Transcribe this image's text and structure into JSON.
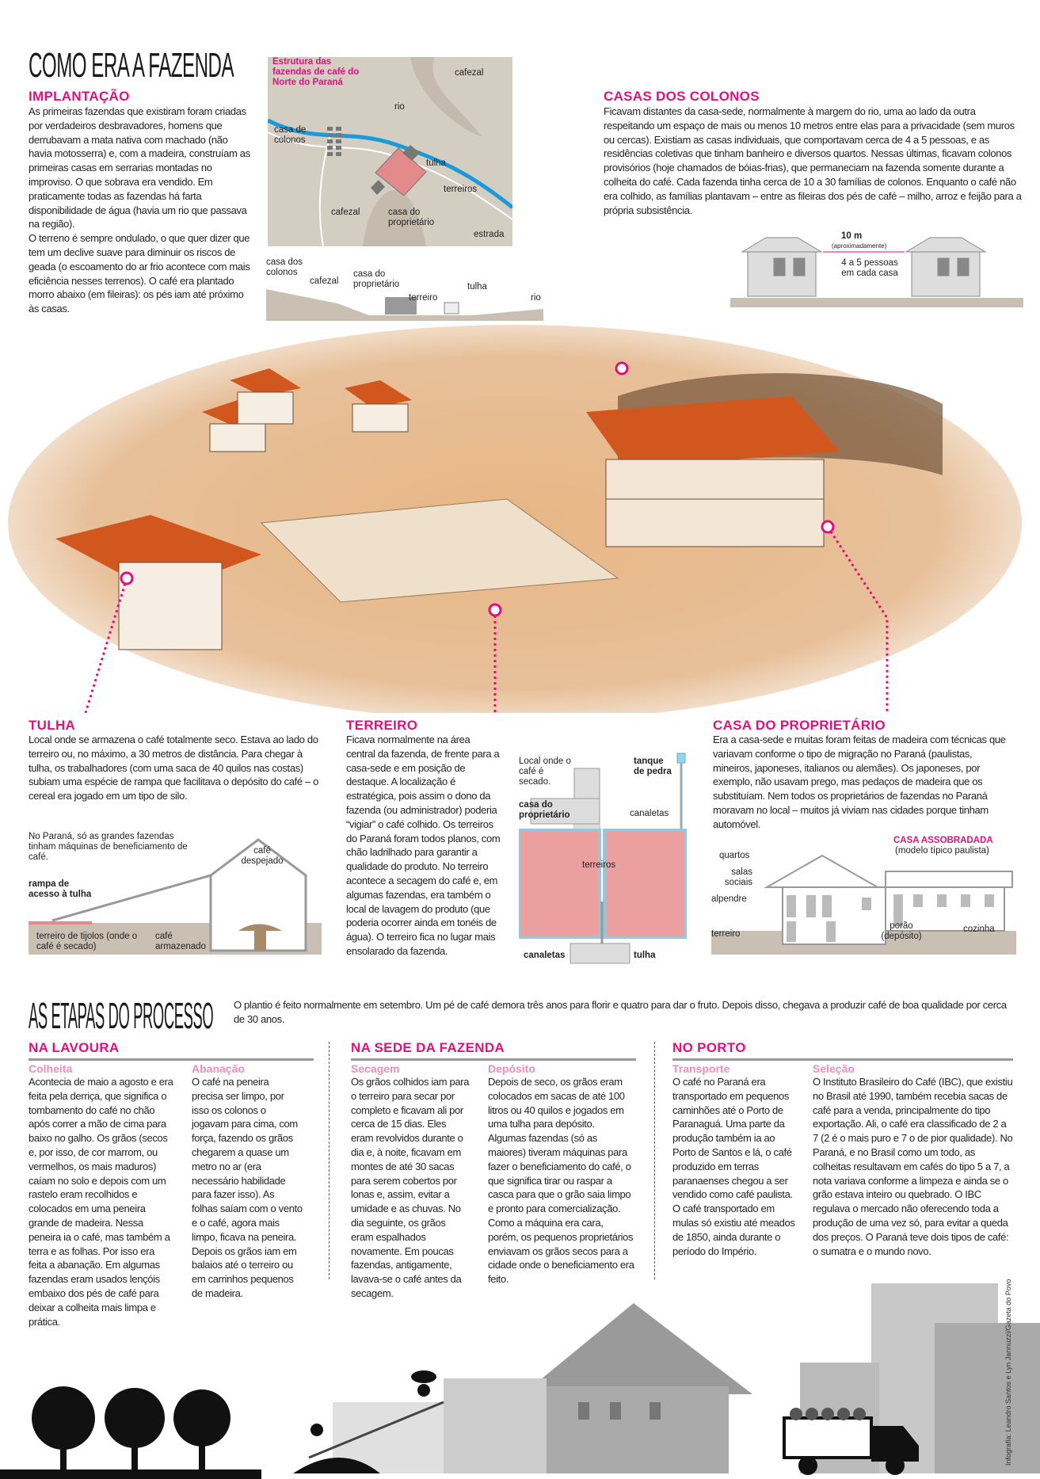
{
  "title": "COMO ERA A FAZENDA",
  "implantacao": {
    "heading": "IMPLANTAÇÃO",
    "text": "As primeiras fazendas que existiram foram criadas por verdadeiros desbravadores, homens que derrubavam a mata nativa com machado (não havia motosserra) e, com a madeira, construíam as primeiras casas em serrarias montadas no improviso. O que sobrava era vendido. Em praticamente todas as fazendas há farta disponibilidade de água (havia um rio que passava na região).",
    "text2": "O terreno é sempre ondulado, o que quer dizer que tem um declive suave para diminuir os riscos de geada (o escoamento do ar frio acontece com mais eficiência nesses terrenos). O café era plantado morro abaixo (em fileiras): os pés iam até próximo às casas."
  },
  "map": {
    "title": "Estrutura das fazendas de café do Norte do Paraná",
    "labels": {
      "cafezal_top": "cafezal",
      "rio": "rio",
      "casa_colonos": "casa de colonos",
      "tulha": "tulha",
      "terreiros": "terreiros",
      "cafezal_bottom": "cafezal",
      "casa_proprietario": "casa do proprietário",
      "estrada": "estrada"
    }
  },
  "profile": {
    "casa_colonos": "casa dos colonos",
    "cafezal": "cafezal",
    "casa_proprietario": "casa do proprietário",
    "terreiro": "terreiro",
    "tulha": "tulha",
    "rio": "rio"
  },
  "colonos": {
    "heading": "CASAS DOS COLONOS",
    "text": "Ficavam distantes da casa-sede, normalmente à margem do rio, uma ao lado da outra respeitando um espaço de mais ou menos 10 metros entre elas para a privacidade (sem muros ou cercas). Existiam as casas individuais, que comportavam cerca de 4 a 5 pessoas, e as residências coletivas que tinham banheiro e diversos quartos. Nessas últimas, ficavam colonos provisórios (hoje chamados de bóias-frias), que permaneciam na fazenda somente durante a colheita do café. Cada fazenda tinha cerca de 10 a 30 famílias de colonos. Enquanto o café não era colhido, as famílias plantavam – entre as fileiras dos pés de café – milho, arroz e feijão para a própria subsistência.",
    "distance": "10 m",
    "approx": "(aproximadamente)",
    "people": "4 a 5 pessoas em cada casa"
  },
  "tulha": {
    "heading": "TULHA",
    "text": "Local onde se armazena o café totalmente seco. Estava ao lado do terreiro ou, no máximo, a 30 metros de distância. Para chegar à tulha, os trabalhadores (com uma saca de 40 quilos nas costas) subiam uma espécie de rampa que facilitava o depósito do café – o cereal era jogado em um tipo de silo.",
    "note": "No Paraná, só as grandes fazendas tinham máquinas de beneficiamento de café.",
    "rampa": "rampa de acesso à tulha",
    "despejado": "café despejado",
    "terreiro_tijolos": "terreiro de tijolos (onde o café é secado)",
    "armazenado": "café armazenado"
  },
  "terreiro": {
    "heading": "TERREIRO",
    "text": "Ficava normalmente na área central da fazenda, de frente para a casa-sede e em posição de destaque. A localização é estratégica, pois assim o dono da fazenda (ou administrador) poderia “vigiar” o café colhido. Os terreiros do Paraná foram todos planos, com chão ladrilhado para garantir a qualidade do produto. No terreiro acontece a secagem do café e, em algumas fazendas, era também o local de lavagem do produto (que poderia ocorrer ainda em tonéis de água). O terreiro fica no lugar mais ensolarado da fazenda.",
    "local": "Local onde o café é secado.",
    "tanque": "tanque de pedra",
    "casa": "casa do proprietário",
    "canaletas_top": "canaletas",
    "terreiros": "terreiros",
    "canaletas_bottom": "canaletas",
    "tulha": "tulha"
  },
  "proprietario": {
    "heading": "CASA DO PROPRIETÁRIO",
    "text": "Era a casa-sede e muitas foram feitas de madeira com técnicas que variavam conforme o tipo de migração no Paraná (paulistas, mineiros, japoneses, italianos ou alemães). Os japoneses, por exemplo, não usavam prego, mas pedaços de madeira que os substituíam. Nem todos os proprietários de fazendas no Paraná moravam no local – muitos já viviam nas cidades porque tinham automóvel.",
    "assobradada": "CASA ASSOBRADADA",
    "modelo": "(modelo típico paulista)",
    "quartos": "quartos",
    "salas": "salas sociais",
    "alpendre": "alpendre",
    "terreiro": "terreiro",
    "porao": "porão (depósito)",
    "cozinha": "cozinha"
  },
  "etapas": {
    "title": "AS ETAPAS DO PROCESSO",
    "intro": "O plantio é feito normalmente em setembro. Um pé de café demora três anos para florir e quatro para dar o fruto. Depois disso, chegava a produzir café de boa qualidade por cerca de 30 anos.",
    "sections": [
      {
        "heading": "NA LAVOURA",
        "cols": [
          {
            "sub": "Colheita",
            "text": "Acontecia de maio a agosto e era feita pela derriça, que significa o tombamento do café no chão após correr a mão de cima para baixo no galho. Os grãos (secos e, por isso, de cor marrom, ou vermelhos, os mais maduros) caíam no solo e depois com um rastelo eram recolhidos e colocados em uma peneira grande de madeira. Nessa peneira ia o café, mas também a terra e as folhas. Por isso era feita a abanação. Em algumas fazendas eram usados lençóis embaixo dos pés de café para deixar a colheita mais limpa e prática."
          },
          {
            "sub": "Abanação",
            "text": "O café na peneira precisa ser limpo, por isso os colonos o jogavam para cima, com força, fazendo os grãos chegarem a quase um metro no ar (era necessário habilidade para fazer isso). As folhas saíam com o vento e o café, agora mais limpo, ficava na peneira. Depois os grãos iam em balaios até o terreiro ou em carrinhos pequenos de madeira."
          }
        ]
      },
      {
        "heading": "NA SEDE DA FAZENDA",
        "cols": [
          {
            "sub": "Secagem",
            "text": "Os grãos colhidos iam para o terreiro para secar por completo e ficavam ali por cerca de 15 dias. Eles eram revolvidos durante o dia e, à noite, ficavam em montes de até 30 sacas para serem cobertos por lonas e, assim, evitar a umidade e as chuvas. No dia seguinte, os grãos eram espalhados novamente. Em poucas fazendas, antigamente, lavava-se o café antes da secagem."
          },
          {
            "sub": "Depósito",
            "text": "Depois de seco, os grãos eram colocados em sacas de até 100 litros ou 40 quilos e jogados em uma tulha para depósito. Algumas fazendas (só as maiores) tiveram máquinas para fazer o beneficiamento do café, o que significa tirar ou raspar a casca para que o grão saia limpo e pronto para comercialização. Como a máquina era cara, porém, os pequenos proprietários enviavam os grãos secos para a cidade onde o beneficiamento era feito."
          }
        ]
      },
      {
        "heading": "NO PORTO",
        "cols": [
          {
            "sub": "Transporte",
            "text": "O café no Paraná era transportado em pequenos caminhões até o Porto de Paranaguá. Uma parte da produção também ia ao Porto de Santos e lá, o café produzido em terras paranaenses chegou a ser vendido como café paulista. O café transportado em mulas só existiu até meados de 1850, ainda durante o período do Império."
          },
          {
            "sub": "Seleção",
            "text": "O Instituto Brasileiro do Café (IBC), que existiu no Brasil até 1990, também recebia sacas de café para a venda, principalmente do tipo exportação. Ali, o café era classificado de 2 a 7 (2 é o mais puro e 7 o de pior qualidade). No Paraná, e no Brasil como um todo, as colheitas resultavam em cafés do tipo 5 a 7, a nota variava conforme a limpeza e ainda se o grão estava inteiro ou quebrado. O IBC regulava o mercado não oferecendo toda a produção de uma vez só, para evitar a queda dos preços. O Paraná teve dois tipos de café: o sumatra e o mundo novo."
          }
        ]
      }
    ]
  },
  "credit": "Infografia: Leandro Santos e Lyn Jannuzzi/Gazeta do Povo",
  "colors": {
    "accent": "#e0117f",
    "sub": "#ee8cbf",
    "sepia": "#c88a4e",
    "roof": "#d2571f",
    "river": "#1a9ad9"
  }
}
